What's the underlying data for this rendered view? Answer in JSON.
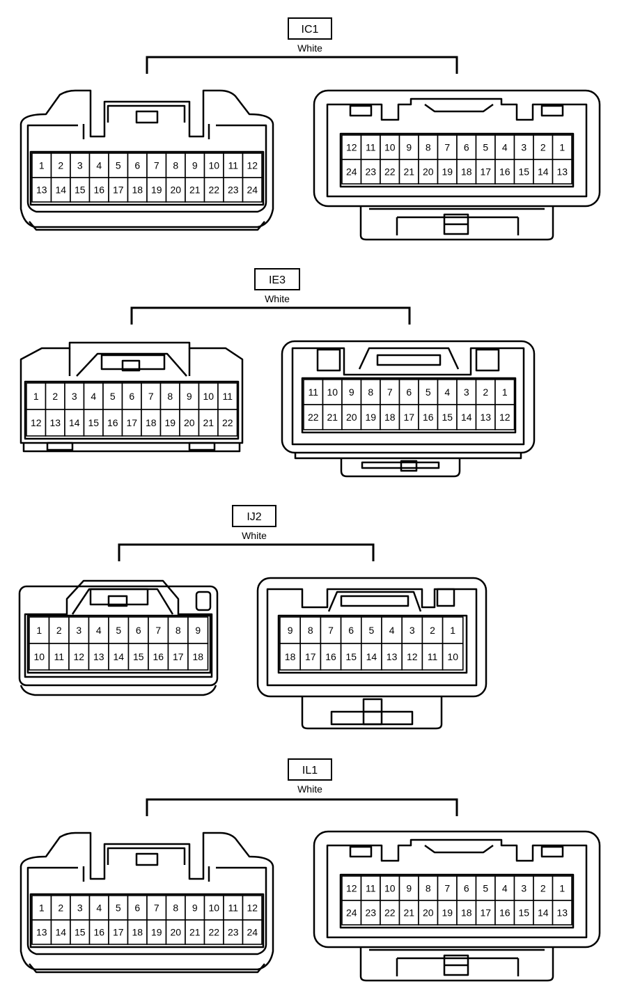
{
  "groups": [
    {
      "id": "IC1",
      "color": "White",
      "left": {
        "rows": [
          [
            "1",
            "2",
            "3",
            "4",
            "5",
            "6",
            "7",
            "8",
            "9",
            "10",
            "11",
            "12"
          ],
          [
            "13",
            "14",
            "15",
            "16",
            "17",
            "18",
            "19",
            "20",
            "21",
            "22",
            "23",
            "24"
          ]
        ]
      },
      "right": {
        "rows": [
          [
            "12",
            "11",
            "10",
            "9",
            "8",
            "7",
            "6",
            "5",
            "4",
            "3",
            "2",
            "1"
          ],
          [
            "24",
            "23",
            "22",
            "21",
            "20",
            "19",
            "18",
            "17",
            "16",
            "15",
            "14",
            "13"
          ]
        ]
      }
    },
    {
      "id": "IE3",
      "color": "White",
      "left": {
        "rows": [
          [
            "1",
            "2",
            "3",
            "4",
            "5",
            "6",
            "7",
            "8",
            "9",
            "10",
            "11"
          ],
          [
            "12",
            "13",
            "14",
            "15",
            "16",
            "17",
            "18",
            "19",
            "20",
            "21",
            "22"
          ]
        ]
      },
      "right": {
        "rows": [
          [
            "11",
            "10",
            "9",
            "8",
            "7",
            "6",
            "5",
            "4",
            "3",
            "2",
            "1"
          ],
          [
            "22",
            "21",
            "20",
            "19",
            "18",
            "17",
            "16",
            "15",
            "14",
            "13",
            "12"
          ]
        ]
      }
    },
    {
      "id": "IJ2",
      "color": "White",
      "left": {
        "rows": [
          [
            "1",
            "2",
            "3",
            "4",
            "5",
            "6",
            "7",
            "8",
            "9"
          ],
          [
            "10",
            "11",
            "12",
            "13",
            "14",
            "15",
            "16",
            "17",
            "18"
          ]
        ]
      },
      "right": {
        "rows": [
          [
            "9",
            "8",
            "7",
            "6",
            "5",
            "4",
            "3",
            "2",
            "1"
          ],
          [
            "18",
            "17",
            "16",
            "15",
            "14",
            "13",
            "12",
            "11",
            "10"
          ]
        ]
      }
    },
    {
      "id": "IL1",
      "color": "White",
      "left": {
        "rows": [
          [
            "1",
            "2",
            "3",
            "4",
            "5",
            "6",
            "7",
            "8",
            "9",
            "10",
            "11",
            "12"
          ],
          [
            "13",
            "14",
            "15",
            "16",
            "17",
            "18",
            "19",
            "20",
            "21",
            "22",
            "23",
            "24"
          ]
        ]
      },
      "right": {
        "rows": [
          [
            "12",
            "11",
            "10",
            "9",
            "8",
            "7",
            "6",
            "5",
            "4",
            "3",
            "2",
            "1"
          ],
          [
            "24",
            "23",
            "22",
            "21",
            "20",
            "19",
            "18",
            "17",
            "16",
            "15",
            "14",
            "13"
          ]
        ]
      }
    }
  ]
}
